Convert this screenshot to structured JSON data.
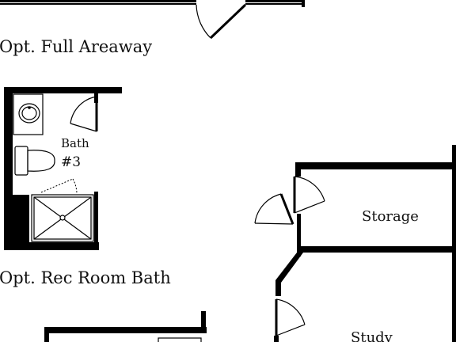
{
  "labels": {
    "areaway": "Opt. Full Areaway",
    "rec_room_bath": "Opt. Rec Room Bath",
    "bath": "Bath",
    "bath_number": "#3",
    "storage": "Storage",
    "study": "Study"
  }
}
